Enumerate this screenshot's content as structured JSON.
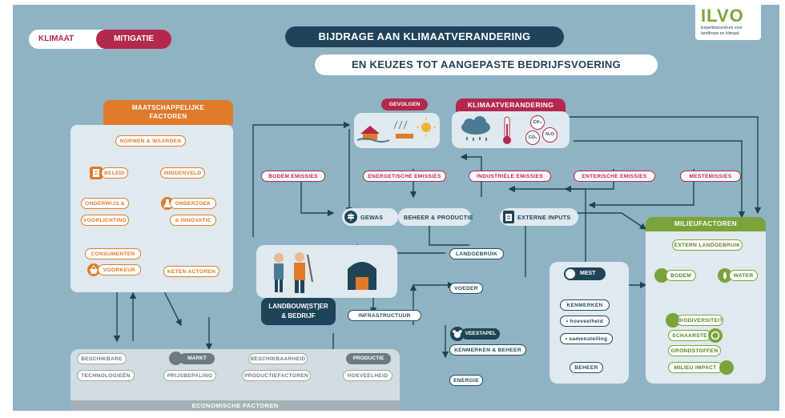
{
  "tabs": {
    "klimaat": "KLIMAAT",
    "mitigatie": "MITIGATIE"
  },
  "title": {
    "line1": "BIJDRAGE AAN KLIMAATVERANDERING",
    "line2": "EN KEUZES TOT AANGEPASTE BEDRIJFSVOERING"
  },
  "logo": {
    "name": "ILVO",
    "tagline1": "Expertisecentrum voor",
    "tagline2": "landbouw en klimaat"
  },
  "klimaatverandering": {
    "header": "KLIMAATVERANDERING",
    "gevolgen": "GEVOLGEN",
    "gases": [
      "CH₄",
      "CO₂",
      "N₂O"
    ]
  },
  "emissions": [
    "BODEM EMISSIES",
    "ENERGETISCHE EMISSIES",
    "INDUSTRIËLE EMISSIES",
    "ENTERISCHE EMISSIES",
    "MESTEMISSIES"
  ],
  "maatschappelijk": {
    "header1": "MAATSCHAPPELIJKE",
    "header2": "FACTOREN",
    "items": {
      "normen": "NORMEN & WAARDEN",
      "beleid": "BELEID",
      "middenveld": "MIDDENVELD",
      "onderwijs1": "ONDERWIJS &",
      "onderwijs2": "VOORLICHTING",
      "onderzoek1": "ONDERZOEK",
      "onderzoek2": "& INNOVATIE",
      "consumenten": "CONSUMENTEN",
      "voorkeur": "VOORKEUR",
      "keten": "KETEN ACTOREN"
    }
  },
  "center": {
    "gewas": "GEWAS",
    "beheer": "BEHEER & PRODUCTIE",
    "inputs": "EXTERNE INPUTS",
    "landgebruik": "LANDGEBRUIK",
    "voeder": "VOEDER",
    "infrastructuur": "INFRASTRUCTUUR",
    "veestapel": "VEESTAPEL",
    "kenmerken_beheer": "KENMERKEN & BEHEER",
    "energie": "ENERGIE",
    "farmer1": "LANDBOUW[ST]ER",
    "farmer2": "& BEDRIJF"
  },
  "mest": {
    "header": "MEST",
    "kenmerken": "KENMERKEN",
    "hoeveelheid": "• hoeveelheid",
    "samenstelling": "• samenstelling",
    "beheer": "BEHEER"
  },
  "milieu": {
    "header": "MILIEUFACTOREN",
    "extern": "EXTERN LANDGEBRUIK",
    "bodem": "BODEM",
    "water": "WATER",
    "biodiversiteit": "BIODIVERSITEIT",
    "schaarste": "SCHAARSTE",
    "grondstoffen": "GRONDSTOFFEN",
    "impact": "MILIEU IMPACT"
  },
  "economisch": {
    "header": "ECONOMISCHE FACTOREN",
    "beschikbare": "BESCHIKBARE",
    "technologieen": "TECHNOLOGIEËN",
    "markt": "MARKT",
    "prijsbepaling": "PRIJSBEPALING",
    "beschikbaarheid": "BESCHIKBAARHEID",
    "productiefactoren": "PRODUCTIEFACTOREN",
    "productie": "PRODUCTIE",
    "hoeveelheid": "HOEVEELHEID"
  },
  "colors": {
    "background": "#8fb3c4",
    "navy": "#1f4457",
    "crimson": "#b3284d",
    "orange": "#e07a2b",
    "green": "#7aa33a",
    "grey": "#a6b0b5"
  }
}
